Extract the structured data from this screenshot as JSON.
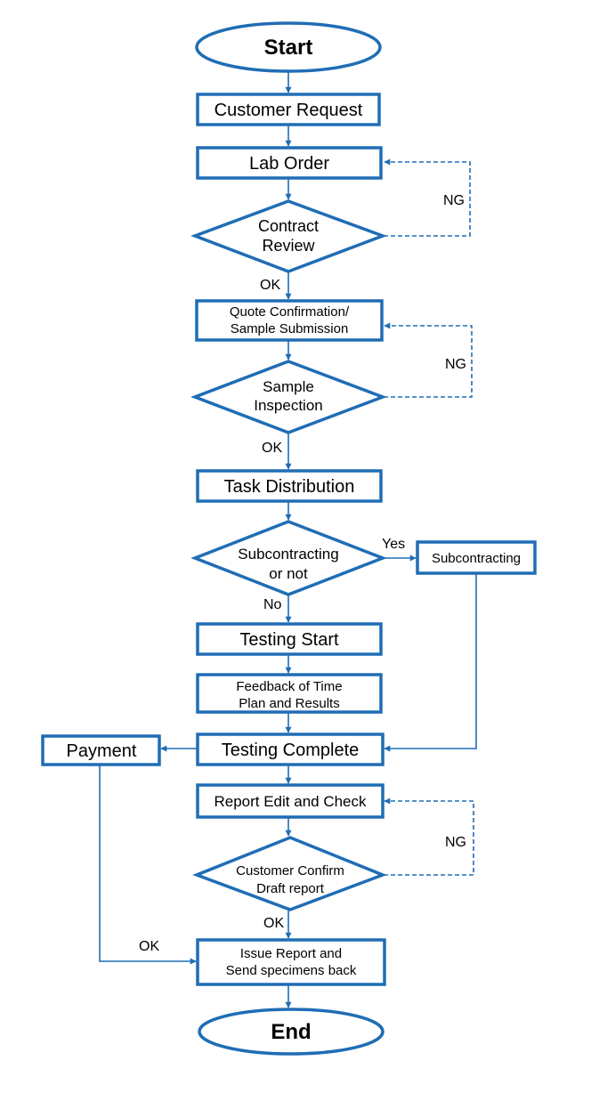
{
  "nodes": {
    "start": "Start",
    "customer_request": "Customer Request",
    "lab_order": "Lab Order",
    "contract_review": [
      "Contract",
      "Review"
    ],
    "quote_confirmation": [
      "Quote Confirmation/",
      "Sample Submission"
    ],
    "sample_inspection": [
      "Sample",
      "Inspection"
    ],
    "task_distribution": "Task Distribution",
    "subcontracting_or_not": [
      "Subcontracting",
      "or not"
    ],
    "subcontracting": "Subcontracting",
    "testing_start": "Testing Start",
    "feedback": [
      "Feedback of Time",
      "Plan and Results"
    ],
    "testing_complete": "Testing Complete",
    "payment": "Payment",
    "report_edit": "Report Edit and Check",
    "customer_confirm": [
      "Customer Confirm",
      "Draft report"
    ],
    "issue_report": [
      "Issue Report and",
      "Send specimens back"
    ],
    "end": "End"
  },
  "edge_labels": {
    "ng_contract": "NG",
    "ok_contract": "OK",
    "ng_inspection": "NG",
    "ok_inspection": "OK",
    "yes_sub": "Yes",
    "no_sub": "No",
    "ng_confirm": "NG",
    "ok_confirm": "OK",
    "ok_payment": "OK"
  },
  "colors": {
    "stroke": "#1f6db5",
    "text": "#000000",
    "background": "#ffffff"
  }
}
